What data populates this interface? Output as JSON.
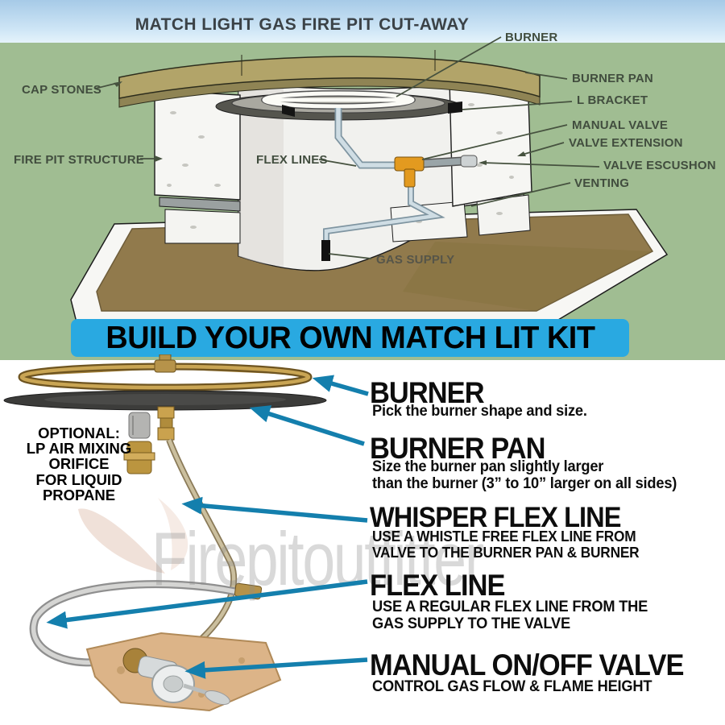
{
  "diagram": {
    "title": "MATCH LIGHT GAS FIRE PIT CUT-AWAY",
    "labels": {
      "burner": "BURNER",
      "cap_stones": "CAP STONES",
      "burner_pan": "BURNER PAN",
      "l_bracket": "L BRACKET",
      "manual_valve": "MANUAL VALVE",
      "valve_extension": "VALVE EXTENSION",
      "valve_escushon": "VALVE ESCUSHON",
      "venting": "VENTING",
      "fire_pit_structure": "FIRE PIT STRUCTURE",
      "flex_lines": "FLEX LINES",
      "gas_supply": "GAS SUPPLY"
    }
  },
  "banner": {
    "text": "BUILD YOUR OWN MATCH LIT KIT"
  },
  "kit": {
    "items": [
      {
        "title": "BURNER",
        "desc": [
          "Pick the burner shape and size."
        ]
      },
      {
        "title": "BURNER PAN",
        "desc": [
          "Size the burner pan slightly larger",
          "than the burner (3” to 10” larger on all sides)"
        ]
      },
      {
        "title": "WHISPER FLEX LINE",
        "desc": [
          "USE A WHISTLE FREE FLEX LINE FROM",
          "VALVE TO THE BURNER PAN & BURNER"
        ]
      },
      {
        "title": "FLEX LINE",
        "desc": [
          "USE A REGULAR FLEX LINE FROM THE",
          "GAS SUPPLY TO THE VALVE"
        ]
      },
      {
        "title": "MANUAL ON/OFF VALVE",
        "desc": [
          "CONTROL GAS FLOW & FLAME HEIGHT"
        ]
      }
    ],
    "optional_note": [
      "OPTIONAL:",
      "LP AIR MIXING",
      "ORIFICE",
      "FOR LIQUID PROPANE"
    ]
  },
  "watermark": "Firepitoutfitter",
  "colors": {
    "banner_bg": "#29a9e1",
    "arrow": "#147fad",
    "background_green": "#a0bd92",
    "sky_top": "#a6cae7",
    "label_text": "#414d3e",
    "heading_text": "#0d0d0d"
  }
}
